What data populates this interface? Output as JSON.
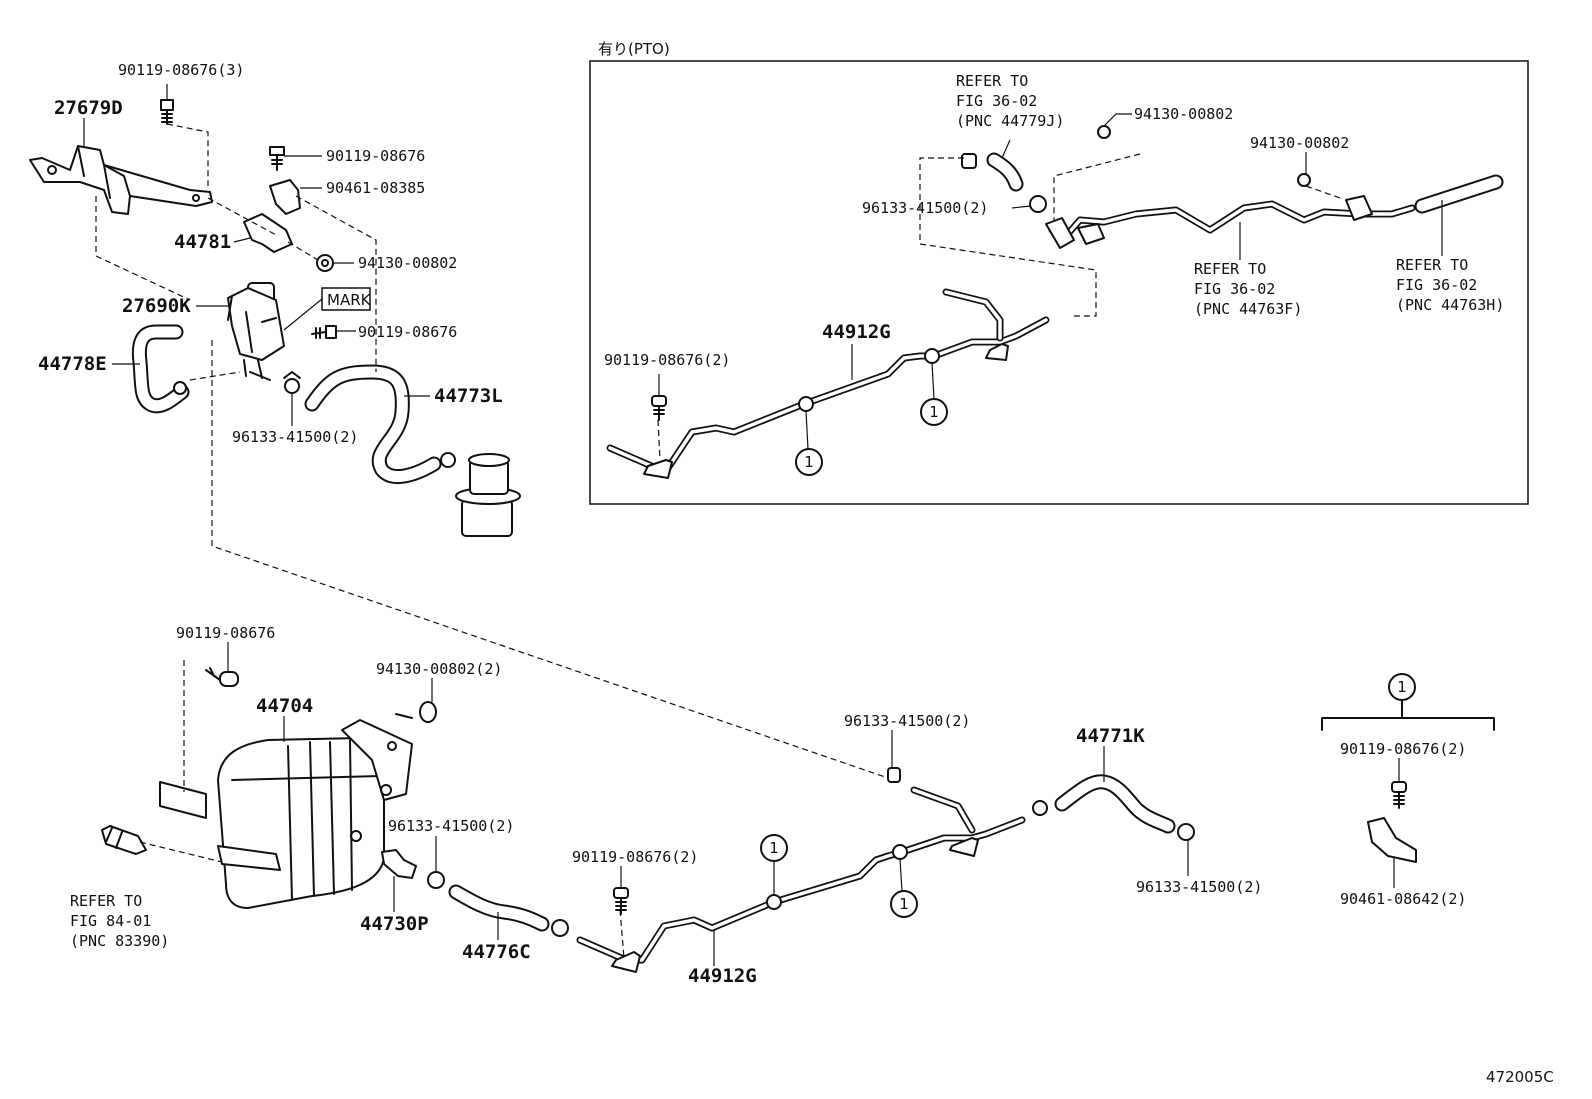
{
  "option_box": {
    "caption": "有り(PTO)"
  },
  "callout_marker": "1",
  "mark_label": "MARK",
  "labels": {
    "p_90119_08676_3": "90119-08676(3)",
    "p_27679D": "27679D",
    "p_90119_08676_a": "90119-08676",
    "p_90461_08385": "90461-08385",
    "p_44781": "44781",
    "p_94130_00802_a": "94130-00802",
    "p_27690K": "27690K",
    "p_90119_08676_b": "90119-08676",
    "p_44778E": "44778E",
    "p_44773L": "44773L",
    "p_96133_41500_2_a": "96133-41500(2)",
    "p_90119_08676_c": "90119-08676",
    "p_94130_00802_2": "94130-00802(2)",
    "p_44704": "44704",
    "p_96133_41500_2_b": "96133-41500(2)",
    "p_44730P": "44730P",
    "p_44776C": "44776C",
    "p_90119_08676_2_a": "90119-08676(2)",
    "p_44912G_a": "44912G",
    "p_96133_41500_2_c": "96133-41500(2)",
    "p_44771K": "44771K",
    "p_96133_41500_2_d": "96133-41500(2)",
    "p_90119_08676_2_b": "90119-08676(2)",
    "p_90461_08642_2": "90461-08642(2)",
    "p_94130_00802_b": "94130-00802",
    "p_94130_00802_c": "94130-00802",
    "p_96133_41500_2_e": "96133-41500(2)",
    "p_44912G_b": "44912G",
    "p_90119_08676_2_c": "90119-08676(2)",
    "figure_code": "472005C"
  },
  "refer_notes": {
    "ref_83390": [
      "REFER TO",
      "FIG 84-01",
      "(PNC 83390)"
    ],
    "ref_44779J": [
      "REFER TO",
      "FIG 36-02",
      "(PNC 44779J)"
    ],
    "ref_44763F": [
      "REFER TO",
      "FIG 36-02",
      "(PNC 44763F)"
    ],
    "ref_44763H": [
      "REFER TO",
      "FIG 36-02",
      "(PNC 44763H)"
    ]
  }
}
